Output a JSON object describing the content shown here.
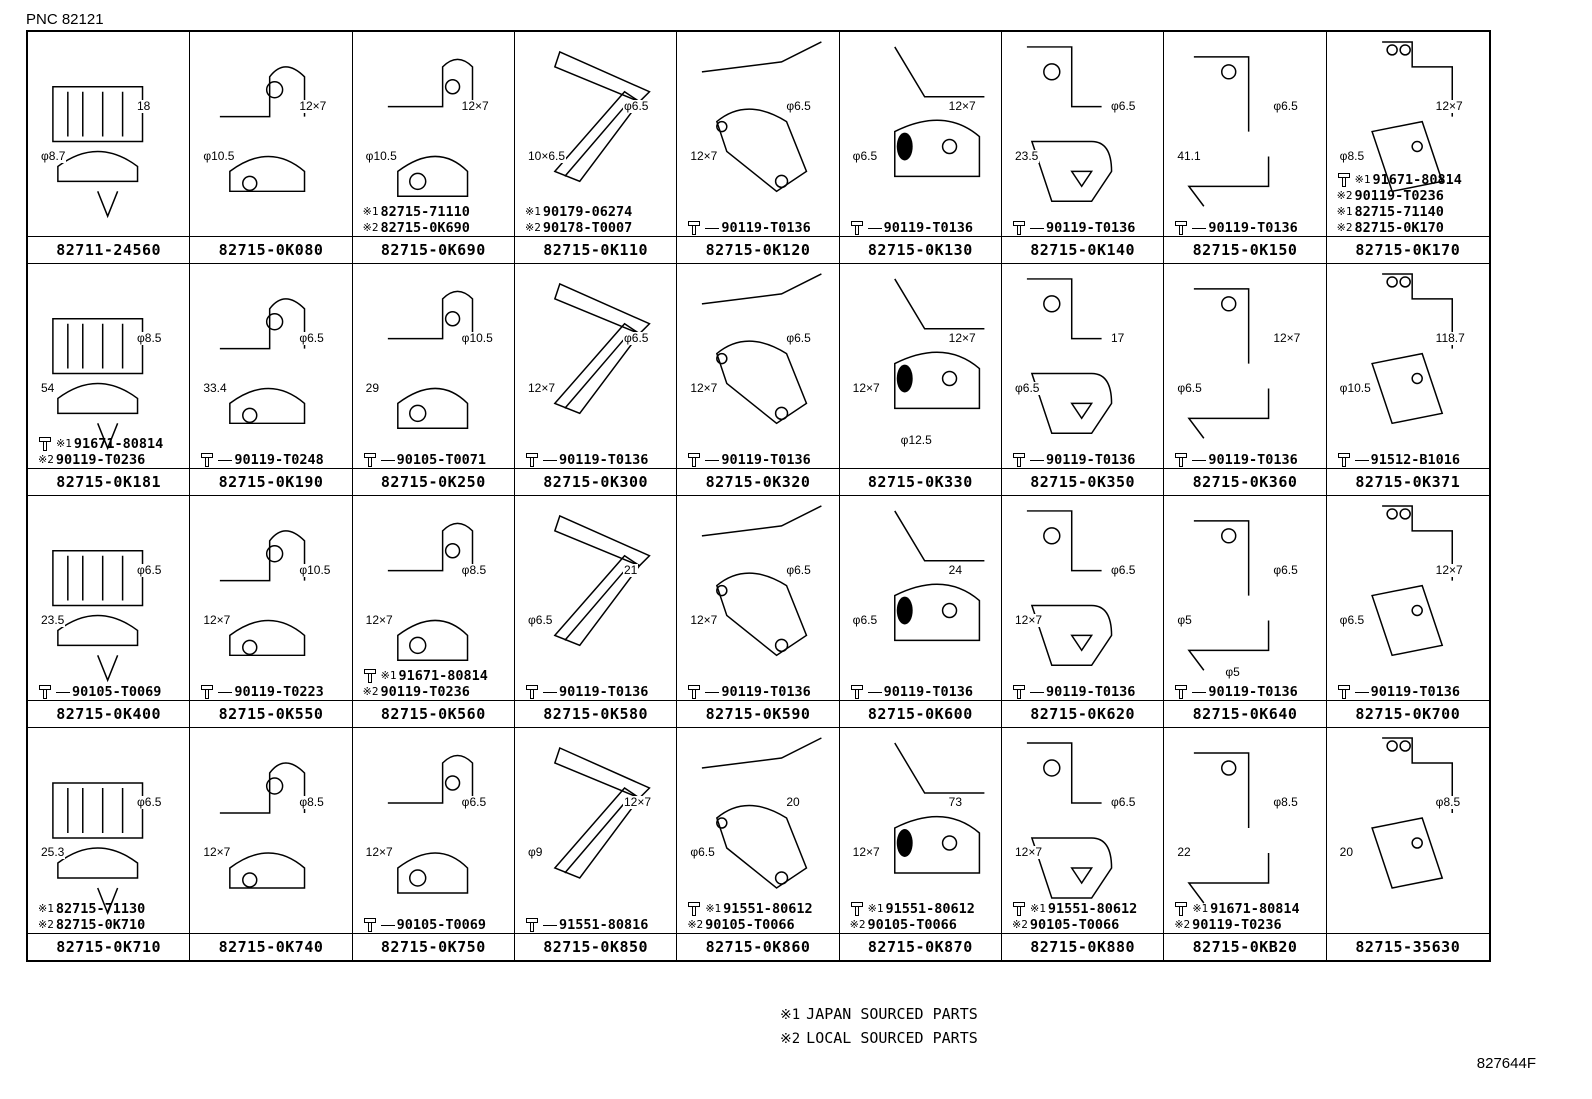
{
  "pnc": "PNC 82121",
  "illustration_id": "827644F",
  "legend": [
    {
      "mark": "※1",
      "text": "JAPAN SOURCED PARTS"
    },
    {
      "mark": "※2",
      "text": "LOCAL SOURCED PARTS"
    }
  ],
  "cells": [
    {
      "part": "82711-24560",
      "dims": [
        "18",
        "φ8.7"
      ],
      "notes": []
    },
    {
      "part": "82715-0K080",
      "dims": [
        "12×7",
        "φ10.5"
      ],
      "notes": []
    },
    {
      "part": "82715-0K690",
      "dims": [
        "12×7",
        "φ10.5"
      ],
      "notes": [
        {
          "mark": "※1",
          "text": "82715-71110"
        },
        {
          "mark": "※2",
          "text": "82715-0K690"
        }
      ]
    },
    {
      "part": "82715-0K110",
      "dims": [
        "φ6.5",
        "10×6.5"
      ],
      "notes": [
        {
          "mark": "※1",
          "text": "90179-06274"
        },
        {
          "mark": "※2",
          "text": "90178-T0007"
        }
      ]
    },
    {
      "part": "82715-0K120",
      "dims": [
        "φ6.5",
        "12×7"
      ],
      "notes": [
        {
          "bolt": true,
          "text": "90119-T0136"
        }
      ]
    },
    {
      "part": "82715-0K130",
      "dims": [
        "12×7",
        "φ6.5"
      ],
      "notes": [
        {
          "bolt": true,
          "text": "90119-T0136"
        }
      ]
    },
    {
      "part": "82715-0K140",
      "dims": [
        "φ6.5",
        "23.5"
      ],
      "notes": [
        {
          "bolt": true,
          "text": "90119-T0136"
        }
      ]
    },
    {
      "part": "82715-0K150",
      "dims": [
        "φ6.5",
        "41.1"
      ],
      "notes": [
        {
          "bolt": true,
          "text": "90119-T0136"
        }
      ]
    },
    {
      "part": "82715-0K170",
      "dims": [
        "12×7",
        "φ8.5"
      ],
      "notes": [
        {
          "bolt": true,
          "mark": "※1",
          "text": "91671-80814"
        },
        {
          "mark": "※2",
          "text": "90119-T0236"
        },
        {
          "mark": "※1",
          "text": "82715-71140"
        },
        {
          "mark": "※2",
          "text": "82715-0K170"
        }
      ]
    },
    {
      "part": "82715-0K181",
      "dims": [
        "φ8.5",
        "54"
      ],
      "notes": [
        {
          "bolt": true,
          "mark": "※1",
          "text": "91671-80814"
        },
        {
          "mark": "※2",
          "text": "90119-T0236"
        }
      ]
    },
    {
      "part": "82715-0K190",
      "dims": [
        "φ6.5",
        "33.4"
      ],
      "notes": [
        {
          "bolt": true,
          "text": "90119-T0248"
        }
      ]
    },
    {
      "part": "82715-0K250",
      "dims": [
        "φ10.5",
        "29"
      ],
      "notes": [
        {
          "bolt": true,
          "text": "90105-T0071"
        }
      ]
    },
    {
      "part": "82715-0K300",
      "dims": [
        "φ6.5",
        "12×7"
      ],
      "notes": [
        {
          "bolt": true,
          "text": "90119-T0136"
        }
      ]
    },
    {
      "part": "82715-0K320",
      "dims": [
        "φ6.5",
        "12×7"
      ],
      "notes": [
        {
          "bolt": true,
          "text": "90119-T0136"
        }
      ]
    },
    {
      "part": "82715-0K330",
      "dims": [
        "12×7",
        "12×7",
        "φ12.5"
      ],
      "notes": []
    },
    {
      "part": "82715-0K350",
      "dims": [
        "17",
        "φ6.5"
      ],
      "notes": [
        {
          "bolt": true,
          "text": "90119-T0136"
        }
      ]
    },
    {
      "part": "82715-0K360",
      "dims": [
        "12×7",
        "φ6.5"
      ],
      "notes": [
        {
          "bolt": true,
          "text": "90119-T0136"
        }
      ]
    },
    {
      "part": "82715-0K371",
      "dims": [
        "118.7",
        "φ10.5"
      ],
      "notes": [
        {
          "bolt": true,
          "text": "91512-B1016"
        }
      ]
    },
    {
      "part": "82715-0K400",
      "dims": [
        "φ6.5",
        "23.5"
      ],
      "notes": [
        {
          "bolt": true,
          "text": "90105-T0069"
        }
      ]
    },
    {
      "part": "82715-0K550",
      "dims": [
        "φ10.5",
        "12×7"
      ],
      "notes": [
        {
          "bolt": true,
          "text": "90119-T0223"
        }
      ]
    },
    {
      "part": "82715-0K560",
      "dims": [
        "φ8.5",
        "12×7"
      ],
      "notes": [
        {
          "bolt": true,
          "mark": "※1",
          "text": "91671-80814"
        },
        {
          "mark": "※2",
          "text": "90119-T0236"
        }
      ]
    },
    {
      "part": "82715-0K580",
      "dims": [
        "21",
        "φ6.5"
      ],
      "notes": [
        {
          "bolt": true,
          "text": "90119-T0136"
        }
      ]
    },
    {
      "part": "82715-0K590",
      "dims": [
        "φ6.5",
        "12×7"
      ],
      "notes": [
        {
          "bolt": true,
          "text": "90119-T0136"
        }
      ]
    },
    {
      "part": "82715-0K600",
      "dims": [
        "24",
        "φ6.5"
      ],
      "notes": [
        {
          "bolt": true,
          "text": "90119-T0136"
        }
      ]
    },
    {
      "part": "82715-0K620",
      "dims": [
        "φ6.5",
        "12×7"
      ],
      "notes": [
        {
          "bolt": true,
          "text": "90119-T0136"
        }
      ]
    },
    {
      "part": "82715-0K640",
      "dims": [
        "φ6.5",
        "φ5",
        "φ5"
      ],
      "notes": [
        {
          "bolt": true,
          "text": "90119-T0136"
        }
      ]
    },
    {
      "part": "82715-0K700",
      "dims": [
        "12×7",
        "φ6.5"
      ],
      "notes": [
        {
          "bolt": true,
          "text": "90119-T0136"
        }
      ]
    },
    {
      "part": "82715-0K710",
      "dims": [
        "φ6.5",
        "25.3"
      ],
      "notes": [
        {
          "mark": "※1",
          "text": "82715-71130"
        },
        {
          "mark": "※2",
          "text": "82715-0K710"
        }
      ]
    },
    {
      "part": "82715-0K740",
      "dims": [
        "φ8.5",
        "12×7"
      ],
      "notes": []
    },
    {
      "part": "82715-0K750",
      "dims": [
        "φ6.5",
        "12×7"
      ],
      "notes": [
        {
          "bolt": true,
          "text": "90105-T0069"
        }
      ]
    },
    {
      "part": "82715-0K850",
      "dims": [
        "12×7",
        "φ9"
      ],
      "notes": [
        {
          "bolt": true,
          "text": "91551-80816"
        }
      ]
    },
    {
      "part": "82715-0K860",
      "dims": [
        "20",
        "φ6.5"
      ],
      "notes": [
        {
          "bolt": true,
          "mark": "※1",
          "text": "91551-80612"
        },
        {
          "mark": "※2",
          "text": "90105-T0066"
        }
      ]
    },
    {
      "part": "82715-0K870",
      "dims": [
        "73",
        "12×7"
      ],
      "notes": [
        {
          "bolt": true,
          "mark": "※1",
          "text": "91551-80612"
        },
        {
          "mark": "※2",
          "text": "90105-T0066"
        }
      ]
    },
    {
      "part": "82715-0K880",
      "dims": [
        "φ6.5",
        "12×7"
      ],
      "notes": [
        {
          "bolt": true,
          "mark": "※1",
          "text": "91551-80612"
        },
        {
          "mark": "※2",
          "text": "90105-T0066"
        }
      ]
    },
    {
      "part": "82715-0KB20",
      "dims": [
        "φ8.5",
        "22"
      ],
      "notes": [
        {
          "bolt": true,
          "mark": "※1",
          "text": "91671-80814"
        },
        {
          "mark": "※2",
          "text": "90119-T0236"
        }
      ]
    },
    {
      "part": "82715-35630",
      "dims": [
        "φ8.5",
        "20"
      ],
      "notes": []
    }
  ]
}
